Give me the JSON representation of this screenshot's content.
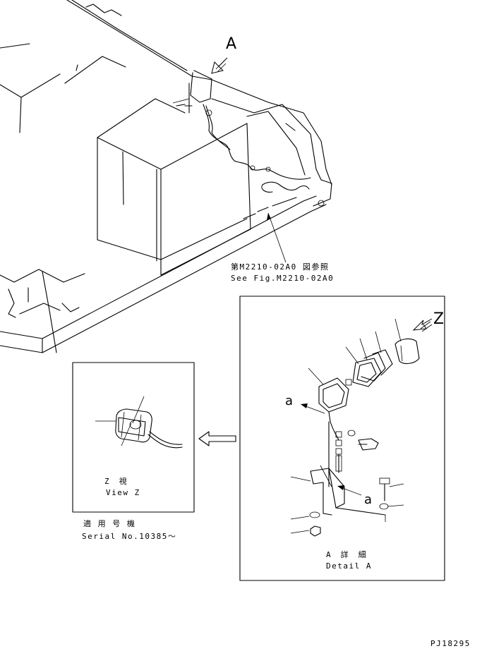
{
  "callouts": {
    "view_a_letter": "A",
    "view_z_letter": "Z",
    "arrow_a_1": "a",
    "arrow_a_2": "a"
  },
  "reference": {
    "line_jp": "第M2210-02A0 図参照",
    "line_en": "See Fig.M2210-02A0"
  },
  "view_z_panel": {
    "caption_jp": "Z　視",
    "caption_en": "View Z"
  },
  "serial": {
    "line_jp": "適 用 号 機",
    "line_en": "Serial No.10385～"
  },
  "detail_a_panel": {
    "caption_jp": "A　詳　細",
    "caption_en": "Detail A"
  },
  "drawing_code": "PJ18295"
}
